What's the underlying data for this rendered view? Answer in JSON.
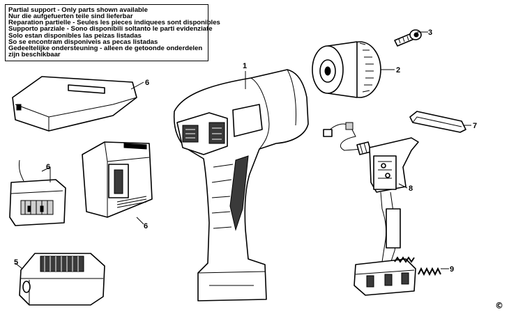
{
  "notice": {
    "lines": [
      "Partial support - Only parts shown available",
      "Nur die aufgefuerten teile sind lieferbar",
      "Reparation partielle - Seules les pieces indiquees sont disponibles",
      "Supporto parziale - Sono disponibili soltanto le parti evidenziate",
      "Solo estan disponibles las peizas listadas",
      "So se encontram disponiveis as pecas listadas",
      "Gedeeltelijke ondersteuning - alleen de getoonde onderdelen",
      "zijn beschikbaar"
    ]
  },
  "callouts": {
    "c1": "1",
    "c2": "2",
    "c3": "3",
    "c5": "5",
    "c6a": "6",
    "c6b": "6",
    "c6c": "6",
    "c7": "7",
    "c8": "8",
    "c9": "9"
  },
  "copyright": "©"
}
